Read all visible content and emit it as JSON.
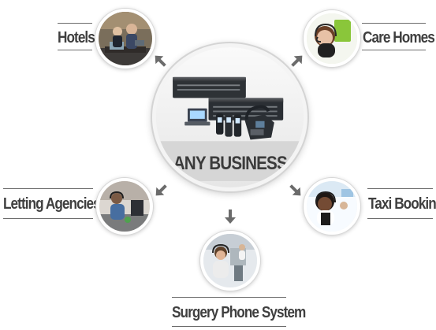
{
  "center": {
    "label": "ANY BUSINESS"
  },
  "nodes": {
    "hotels": "Hotels",
    "care_homes": "Care Homes",
    "letting_agencies": "Letting Agencies",
    "taxi_booking": "Taxi Booking",
    "surgery": "Surgery Phone System"
  },
  "colors": {
    "text": "#3f3f3f",
    "ring": "#d5d5d5",
    "arrow": "#6b6b6b",
    "hub_band": "#d6d6d6"
  },
  "icons": {
    "center": "phone-system-icon",
    "hotels": "hotel-reception-photo-icon",
    "care_homes": "call-center-agent-photo-icon",
    "letting_agencies": "receptionist-photo-icon",
    "taxi_booking": "call-center-agent-photo-icon",
    "surgery": "receptionist-photo-icon",
    "arrow": "arrow-icon"
  }
}
